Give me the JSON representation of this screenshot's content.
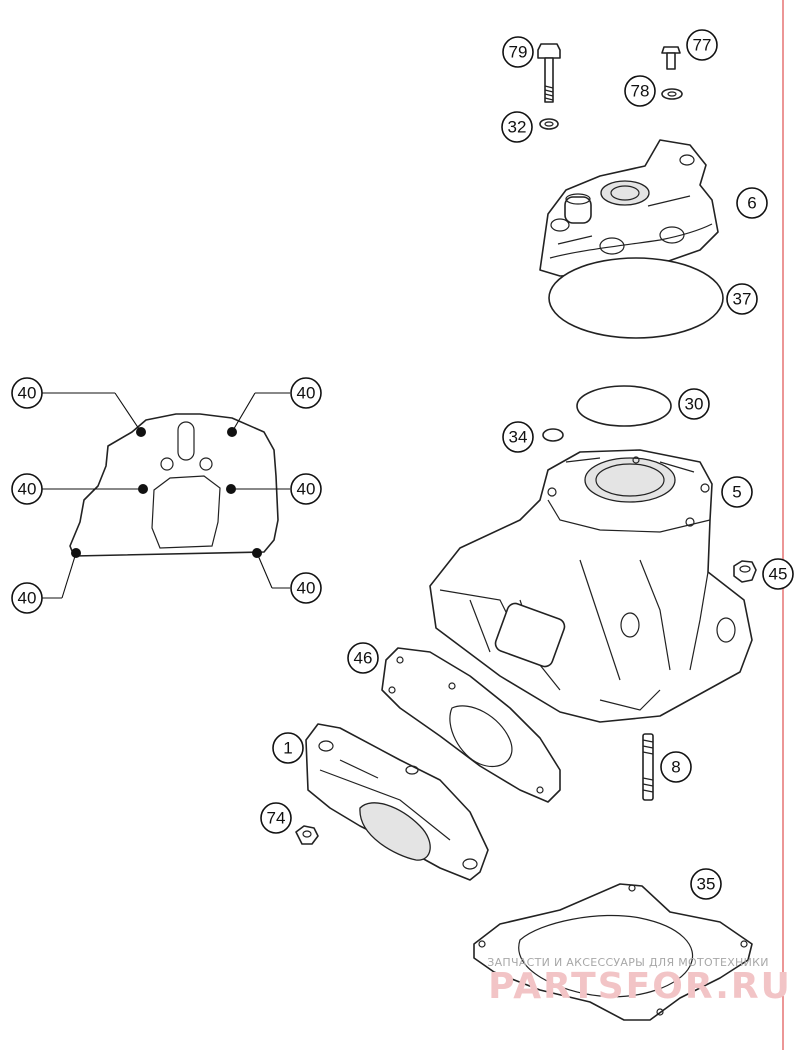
{
  "callouts": {
    "c79": "79",
    "c77": "77",
    "c78": "78",
    "c32": "32",
    "c6": "6",
    "c37": "37",
    "c30": "30",
    "c34": "34",
    "c5": "5",
    "c45": "45",
    "c46": "46",
    "c1": "1",
    "c8": "8",
    "c74": "74",
    "c35": "35",
    "c40a": "40",
    "c40b": "40",
    "c40c": "40",
    "c40d": "40",
    "c40e": "40",
    "c40f": "40"
  },
  "watermark": {
    "tagline": "ЗАПЧАСТИ И АКСЕССУАРЫ ДЛЯ МОТОТЕХНИКИ",
    "brand": "PARTSFOR.RU"
  },
  "colors": {
    "line": "#222222",
    "watermark_brand": "#f2c4c6",
    "edge_line": "#e05050"
  }
}
